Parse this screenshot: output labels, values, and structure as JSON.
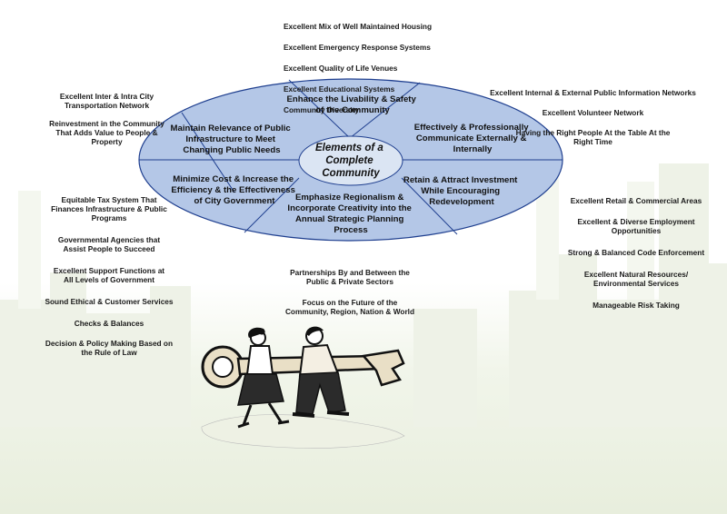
{
  "center": {
    "lines": [
      "Elements of a",
      "Complete",
      "Community"
    ]
  },
  "segments": {
    "top": {
      "lines": [
        "Enhance the Livability & Safety",
        "of the Community"
      ]
    },
    "upper_left": {
      "lines": [
        "Maintain Relevance of Public",
        "Infrastructure to Meet",
        "Changing Public Needs"
      ]
    },
    "upper_right": {
      "lines": [
        "Effectively & Professionally",
        "Communicate Externally &",
        "Internally"
      ]
    },
    "lower_left": {
      "lines": [
        "Minimize Cost & Increase the",
        "Efficiency & the Effectiveness",
        "of City Government"
      ]
    },
    "lower_right": {
      "lines": [
        "Retain & Attract Investment",
        "While Encouraging",
        "Redevelopment"
      ]
    },
    "bottom": {
      "lines": [
        "Emphasize Regionalism &",
        "Incorporate Creativity into the",
        "Annual Strategic Planning",
        "Process"
      ]
    }
  },
  "notes": {
    "top": [
      "Excellent Mix of Well Maintained Housing",
      "Excellent Emergency Response Systems",
      "Excellent Quality of Life Venues",
      "Excellent Educational Systems",
      "Community Diversity"
    ],
    "upper_left": [
      "Excellent Inter & Intra City\nTransportation Network",
      "Reinvestment in the Community\nThat Adds Value to People &\nProperty"
    ],
    "upper_right": [
      "Excellent Internal & External Public Information Networks",
      "Excellent Volunteer Network",
      "Having the Right People At the Table At the\nRight Time"
    ],
    "lower_left": [
      "Equitable Tax System That\nFinances Infrastructure & Public\nPrograms",
      "Governmental Agencies that\nAssist People to Succeed",
      "Excellent Support Functions at\nAll Levels of Government",
      "Sound Ethical & Customer Services",
      "Checks & Balances",
      "Decision & Policy Making Based on\nthe Rule of Law"
    ],
    "lower_right": [
      "Excellent Retail & Commercial Areas",
      "Excellent & Diverse Employment\nOpportunities",
      "Strong & Balanced Code Enforcement",
      "Excellent Natural Resources/\nEnvironmental Services",
      "Manageable Risk Taking"
    ],
    "bottom": [
      "Partnerships By and Between the\nPublic & Private Sectors",
      "Focus on the Future of the\nCommunity, Region, Nation & World"
    ]
  },
  "illustration": {
    "icon": "key-carriers-icon"
  },
  "colors": {
    "ellipse_fill": "#b4c7e7",
    "ellipse_stroke": "#1f3f8f",
    "center_fill": "#dbe5f3",
    "ground": "#e8eedd"
  }
}
